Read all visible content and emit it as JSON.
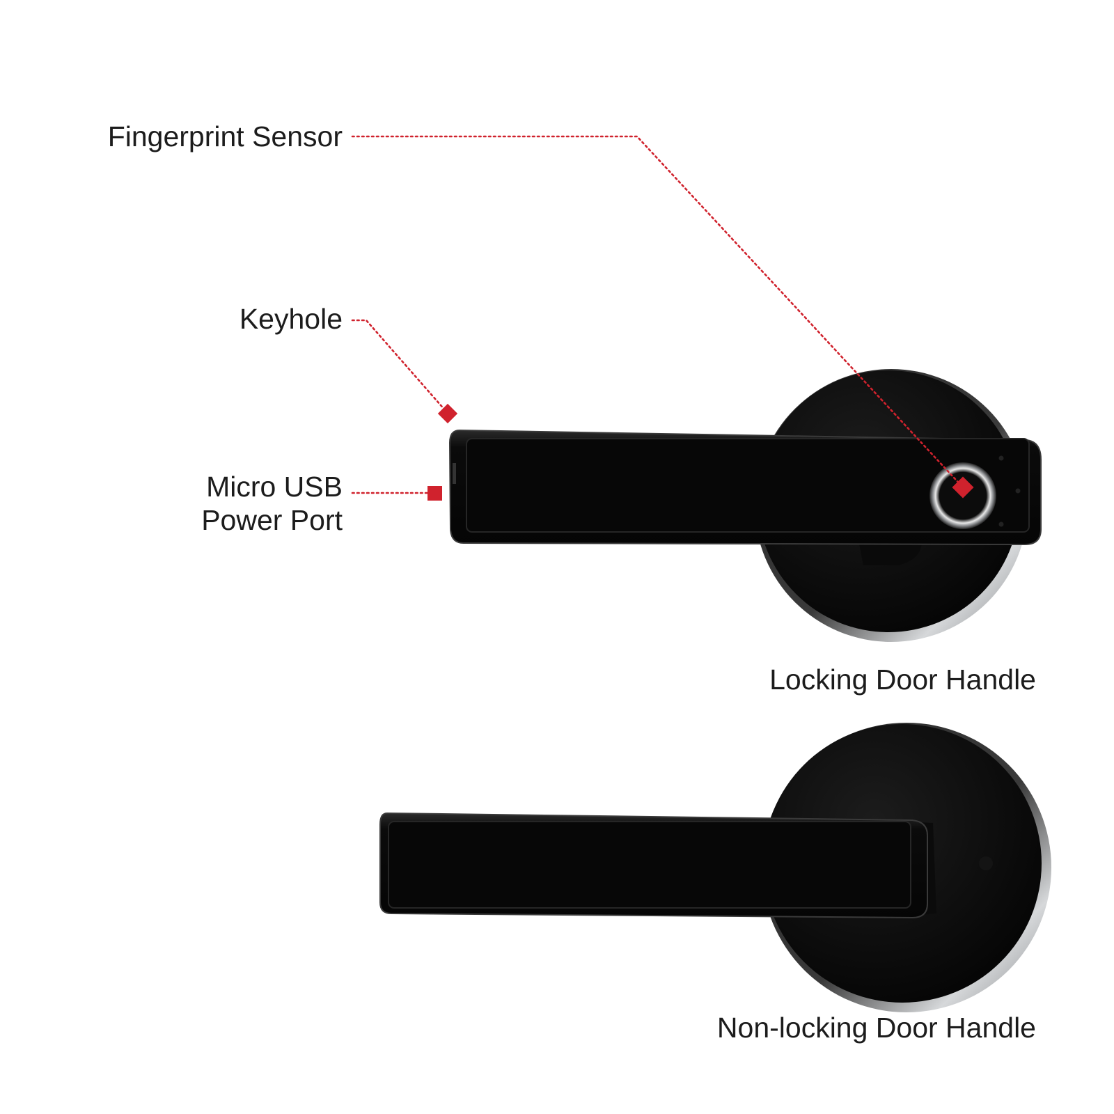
{
  "callouts": {
    "fingerprint": "Fingerprint Sensor",
    "keyhole": "Keyhole",
    "usb_line1": "Micro USB",
    "usb_line2": "Power Port"
  },
  "captions": {
    "locking": "Locking Door Handle",
    "nonlocking": "Non-locking Door Handle"
  },
  "colors": {
    "accent": "#d0222d",
    "handle": "#0d0d0d",
    "rim": "#b9bcc0"
  }
}
